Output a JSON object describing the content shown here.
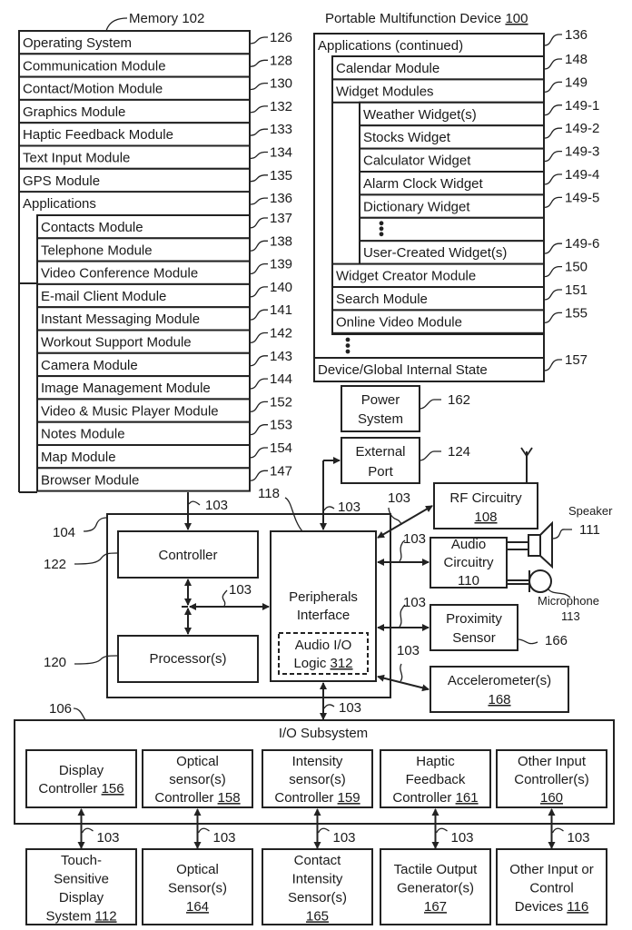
{
  "memory": {
    "title": "Memory 102",
    "rows": [
      {
        "label": "Operating System",
        "ref": "126"
      },
      {
        "label": "Communication Module",
        "ref": "128"
      },
      {
        "label": "Contact/Motion Module",
        "ref": "130"
      },
      {
        "label": "Graphics Module",
        "ref": "132"
      },
      {
        "label": "Haptic Feedback Module",
        "ref": "133"
      },
      {
        "label": "Text Input Module",
        "ref": "134"
      },
      {
        "label": "GPS Module",
        "ref": "135"
      },
      {
        "label": "Applications",
        "ref": "136"
      }
    ],
    "apps": [
      {
        "label": "Contacts Module",
        "ref": "137"
      },
      {
        "label": "Telephone Module",
        "ref": "138"
      },
      {
        "label": "Video Conference Module",
        "ref": "139"
      },
      {
        "label": "E-mail Client Module",
        "ref": "140"
      },
      {
        "label": "Instant Messaging Module",
        "ref": "141"
      },
      {
        "label": "Workout Support Module",
        "ref": "142"
      },
      {
        "label": "Camera Module",
        "ref": "143"
      },
      {
        "label": "Image Management Module",
        "ref": "144"
      },
      {
        "label": "Video & Music Player Module",
        "ref": "152"
      },
      {
        "label": "Notes Module",
        "ref": "153"
      },
      {
        "label": "Map Module",
        "ref": "154"
      },
      {
        "label": "Browser Module",
        "ref": "147"
      }
    ]
  },
  "device": {
    "title": "Portable Multifunction Device",
    "title_ref": "100",
    "apps_continued": {
      "label": "Applications (continued)",
      "ref": "136"
    },
    "calendar": {
      "label": "Calendar Module",
      "ref": "148"
    },
    "widget_modules": {
      "label": "Widget Modules",
      "ref": "149"
    },
    "widgets": [
      {
        "label": "Weather Widget(s)",
        "ref": "149-1"
      },
      {
        "label": "Stocks Widget",
        "ref": "149-2"
      },
      {
        "label": "Calculator Widget",
        "ref": "149-3"
      },
      {
        "label": "Alarm Clock Widget",
        "ref": "149-4"
      },
      {
        "label": "Dictionary Widget",
        "ref": "149-5"
      },
      {
        "label": "",
        "ref": ""
      },
      {
        "label": "User-Created Widget(s)",
        "ref": "149-6"
      }
    ],
    "after_widgets": [
      {
        "label": "Widget Creator Module",
        "ref": "150"
      },
      {
        "label": "Search Module",
        "ref": "151"
      },
      {
        "label": "Online Video Module",
        "ref": "155"
      }
    ],
    "state": {
      "label": "Device/Global Internal State",
      "ref": "157"
    }
  },
  "power": {
    "line1": "Power",
    "line2": "System",
    "ref": "162"
  },
  "external_port": {
    "line1": "External",
    "line2": "Port",
    "ref": "124"
  },
  "rf": {
    "line1": "RF Circuitry",
    "num": "108"
  },
  "audio": {
    "line1": "Audio",
    "line2": "Circuitry",
    "num": "110"
  },
  "speaker": {
    "label": "Speaker",
    "ref": "111"
  },
  "microphone": {
    "label": "Microphone",
    "ref": "113"
  },
  "proximity": {
    "line1": "Proximity",
    "line2": "Sensor",
    "ref": "166"
  },
  "accelerometer": {
    "line1": "Accelerometer(s)",
    "num": "168"
  },
  "chip": {
    "ref": "104"
  },
  "controller": {
    "label": "Controller",
    "ref": "122"
  },
  "processor": {
    "label": "Processor(s)",
    "ref": "120"
  },
  "peripherals": {
    "line1": "Peripherals",
    "line2": "Interface",
    "ref": "118"
  },
  "audio_io": {
    "line1": "Audio I/O",
    "line2": "Logic",
    "num": "312"
  },
  "bus_ref": "103",
  "io": {
    "title": "I/O Subsystem",
    "ref": "106",
    "controllers": [
      {
        "lines": [
          "Display",
          "Controller"
        ],
        "num": "156"
      },
      {
        "lines": [
          "Optical",
          "sensor(s)",
          "Controller"
        ],
        "num": "158"
      },
      {
        "lines": [
          "Intensity",
          "sensor(s)",
          "Controller"
        ],
        "num": "159"
      },
      {
        "lines": [
          "Haptic",
          "Feedback",
          "Controller"
        ],
        "num": "161"
      },
      {
        "lines": [
          "Other Input",
          "Controller(s)"
        ],
        "num": "160"
      }
    ],
    "devices": [
      {
        "lines": [
          "Touch-",
          "Sensitive",
          "Display",
          "System"
        ],
        "num": "112"
      },
      {
        "lines": [
          "Optical",
          "Sensor(s)"
        ],
        "num": "164"
      },
      {
        "lines": [
          "Contact",
          "Intensity",
          "Sensor(s)"
        ],
        "num": "165"
      },
      {
        "lines": [
          "Tactile Output",
          "Generator(s)"
        ],
        "num": "167"
      },
      {
        "lines": [
          "Other Input or",
          "Control",
          "Devices"
        ],
        "num": "116"
      }
    ]
  }
}
